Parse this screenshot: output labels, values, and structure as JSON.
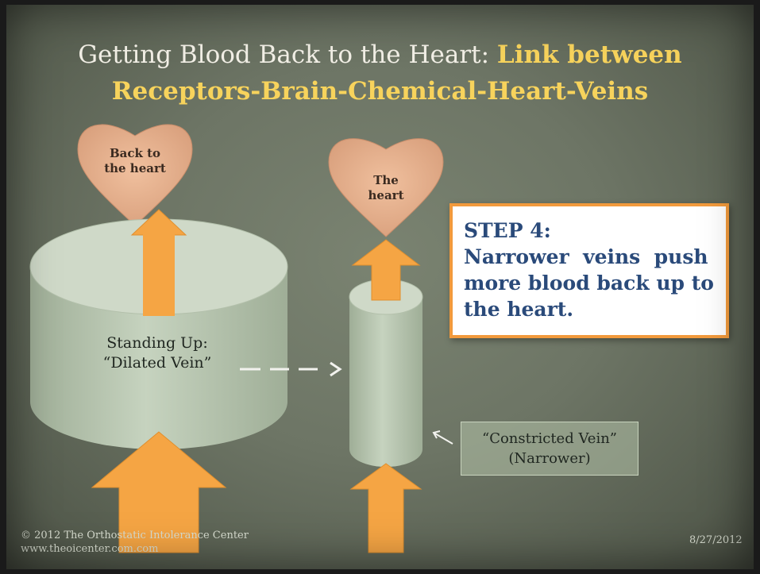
{
  "title": {
    "plain": "Getting Blood Back to the Heart: ",
    "highlight1": "Link between",
    "highlight2": "Receptors-Brain-Chemical-Heart-Veins"
  },
  "hearts": {
    "left_label_line1": "Back to",
    "left_label_line2": "the heart",
    "right_label_line1": "The",
    "right_label_line2": "heart"
  },
  "step": {
    "heading": "STEP 4:",
    "line1": "Narrower  veins  push",
    "line2": "more blood back up to",
    "line3": "the heart."
  },
  "dilated": {
    "line1": "Standing Up:",
    "line2": "“Dilated Vein”"
  },
  "constricted": {
    "line1": "“Constricted Vein”",
    "line2": "(Narrower)"
  },
  "footer": {
    "copyright": "© 2012  The Orthostatic Intolerance Center",
    "website": "www.theoicenter.com.com",
    "date": "8/27/2012"
  },
  "colors": {
    "arrow": "#f5a544",
    "heart": "#e9b591",
    "vein": "#b9c7b2",
    "title_highlight": "#f7d35c"
  }
}
